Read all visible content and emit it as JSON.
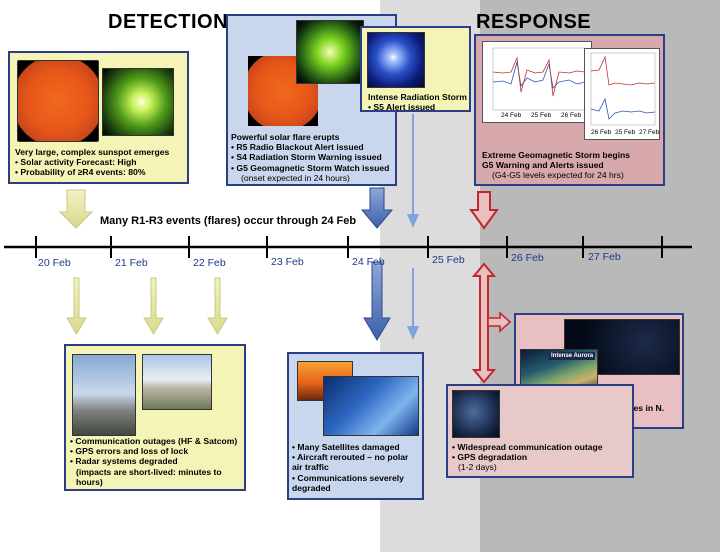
{
  "headings": {
    "detection": "DETECTION",
    "response": "RESPONSE"
  },
  "colors": {
    "timeline": "#000000",
    "yellow_arrow": "#e8e8a0",
    "blue_arrow": "#4a6fb5",
    "red_arrow": "#c1272d",
    "box_border": "#2b3f86"
  },
  "timeline": {
    "caption": "Many R1-R3 events (flares) occur through 24 Feb",
    "dates": [
      "20 Feb",
      "21 Feb",
      "22 Feb",
      "23 Feb",
      "24 Feb",
      "25 Feb",
      "26 Feb",
      "27 Feb"
    ]
  },
  "sunspot_box": {
    "title": "Very large, complex sunspot emerges",
    "items": [
      "Solar activity Forecast: High",
      "Probability of ≥R4 events: 80%"
    ]
  },
  "flare_box": {
    "title": "Powerful solar flare erupts",
    "items": [
      "R5 Radio Blackout Alert issued",
      "S4 Radiation Storm Warning issued",
      "G5 Geomagnetic Storm Watch issued"
    ],
    "note": "(onset expected in 24 hours)"
  },
  "radiation_box": {
    "title": "Intense Radiation Storm",
    "items": [
      "S5 Alert issued"
    ]
  },
  "geomag_box": {
    "title": "Extreme Geomagnetic Storm begins",
    "items": [
      "G5 Warning and Alerts issued"
    ],
    "note": "(G4-G5 levels expected for 24 hrs)",
    "plot1_xlabels": [
      "24 Feb",
      "25 Feb",
      "26 Feb"
    ],
    "plot2_xlabels": [
      "26 Feb",
      "25 Feb",
      "27 Feb"
    ]
  },
  "comm_box": {
    "items": [
      "Communication outages (HF & Satcom)",
      "GPS errors and loss of lock",
      "Radar systems degraded"
    ],
    "note": "(impacts are short-lived: minutes to hours)"
  },
  "sat_box": {
    "items": [
      "Many Satellites damaged",
      "Aircraft rerouted – no polar air traffic",
      "Communications severely degraded"
    ]
  },
  "power_box": {
    "items": [
      "Widespread power outages in N. America and Europe"
    ],
    "aurora_label": "Intense Aurora"
  },
  "gps_box": {
    "items": [
      "Widespread communication outage",
      "GPS degradation"
    ],
    "note": "(1-2 days)"
  }
}
